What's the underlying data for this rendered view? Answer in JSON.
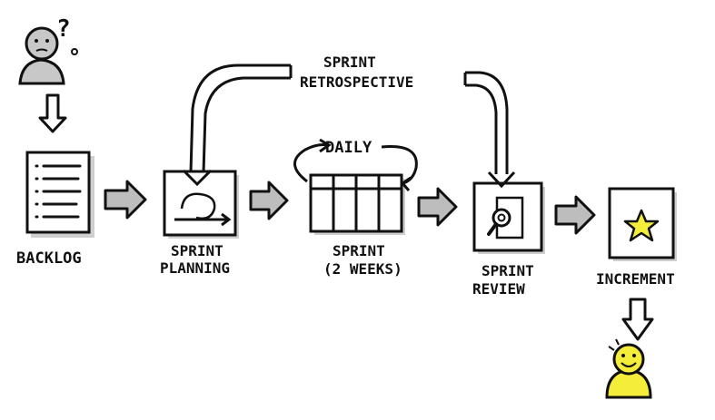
{
  "diagram": {
    "title": "",
    "colors": {
      "ink": "#111111",
      "arrow_fill": "#bdbdbd",
      "shadow": "#cfcfcf",
      "person_unknown": "#c8c8c8",
      "person_happy": "#f4ee3a",
      "star": "#f4ee3a"
    },
    "labels": {
      "backlog": "BACKLOG",
      "planning_1": "SPRINT",
      "planning_2": "PLANNING",
      "sprint_1": "SPRINT",
      "sprint_2": "(2 WEEKS)",
      "daily": "DAILY",
      "review_1": "SPRINT",
      "review_2": "REVIEW",
      "retro_1": "SPRINT",
      "retro_2": "RETROSPECTIVE",
      "increment": "INCREMENT",
      "question_mark": "?"
    }
  }
}
